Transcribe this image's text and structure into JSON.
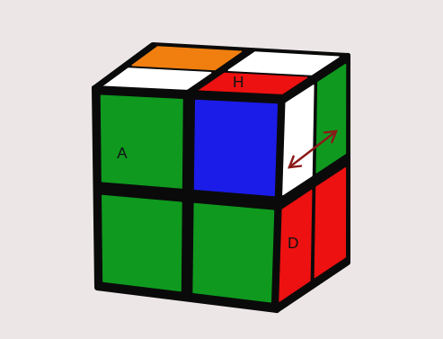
{
  "diagram": {
    "labels": [
      "A",
      "H",
      "D"
    ]
  }
}
